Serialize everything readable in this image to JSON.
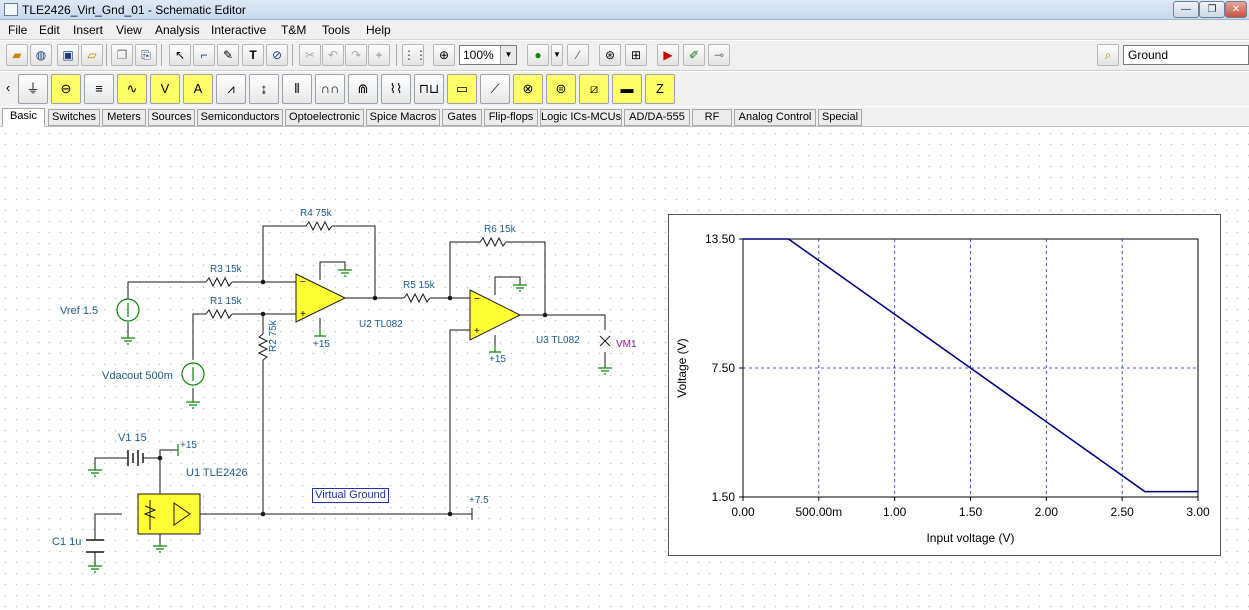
{
  "window": {
    "title": "TLE2426_Virt_Gnd_01 - Schematic Editor"
  },
  "menu": {
    "items": [
      "File",
      "Edit",
      "Insert",
      "View",
      "Analysis",
      "Interactive",
      "T&M",
      "Tools",
      "Help"
    ]
  },
  "toolbar": {
    "zoom": "100%",
    "component_search": "Ground"
  },
  "tabs": [
    "Basic",
    "Switches",
    "Meters",
    "Sources",
    "Semiconductors",
    "Optoelectronic",
    "Spice Macros",
    "Gates",
    "Flip-flops",
    "Logic ICs-MCUs",
    "AD/DA-555",
    "RF",
    "Analog Control",
    "Special"
  ],
  "schematic": {
    "labels": {
      "r4": "R4 75k",
      "r3": "R3 15k",
      "r1": "R1 15k",
      "r2": "R2 75k",
      "r5": "R5 15k",
      "r6": "R6 15k",
      "vref": "Vref 1.5",
      "vdac": "Vdacout 500m",
      "u2": "U2 TL082",
      "u3": "U3 TL082",
      "p15a": "+15",
      "p15b": "+15",
      "p15c": "+15",
      "vm1": "VM1",
      "v1": "V1 15",
      "u1": "U1 TLE2426",
      "c1": "C1 1u",
      "p75": "+7.5",
      "vg": "Virtual Ground"
    }
  },
  "chart_data": {
    "type": "line",
    "xlabel": "Input voltage (V)",
    "ylabel": "Voltage (V)",
    "xlim": [
      0,
      3
    ],
    "ylim": [
      1.5,
      13.5
    ],
    "xticks": [
      "0.00",
      "500.00m",
      "1.00",
      "1.50",
      "2.00",
      "2.50",
      "3.00"
    ],
    "yticks": [
      "13.50",
      "7.50",
      "1.50"
    ],
    "grid": true,
    "series": [
      {
        "x": [
          0,
          0.3,
          0.45,
          1,
          1.5,
          2,
          2.5,
          2.65,
          3
        ],
        "y": [
          13.5,
          13.5,
          12.75,
          10.0,
          7.5,
          5.0,
          2.5,
          1.75,
          1.75
        ],
        "color": "#000080"
      }
    ]
  },
  "colors": {
    "accent": "#000080",
    "opamp": "#ffff33",
    "wire": "#1a1a1a"
  }
}
